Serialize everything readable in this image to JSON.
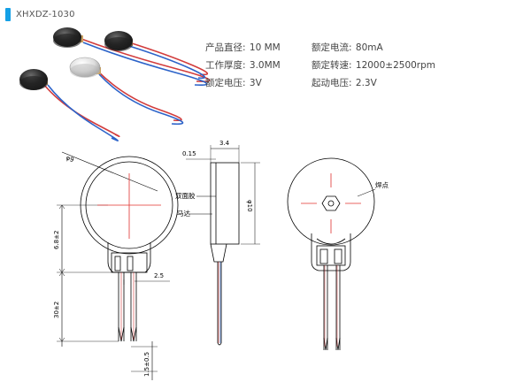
{
  "header": {
    "model": "XHXDZ-1030"
  },
  "specs": [
    {
      "label": "产品直径",
      "value": "10 MM"
    },
    {
      "label": "额定电流",
      "value": "80mA"
    },
    {
      "label": "工作厚度",
      "value": "3.0MM"
    },
    {
      "label": "额定转速",
      "value": "12000±2500rpm"
    },
    {
      "label": "额定电压",
      "value": "3V"
    },
    {
      "label": "起动电压",
      "value": "2.3V"
    }
  ],
  "drawing": {
    "dim_diameter": "φ9",
    "dim_top_width": "3.4",
    "dim_height": "φ10",
    "dim_lead_offset": "0.15",
    "dim_spacing": "2.5",
    "dim_body": "6.8±2",
    "dim_wire": "30±2",
    "dim_tip": "1.5±0.5",
    "label_tape": "双面胶",
    "label_motor": "马达",
    "label_solder": "焊点"
  },
  "colors": {
    "brand": "#14a0e6",
    "wire_red": "#d23c3c",
    "wire_blue": "#2c63c9",
    "crosshair": "#e0302e"
  }
}
